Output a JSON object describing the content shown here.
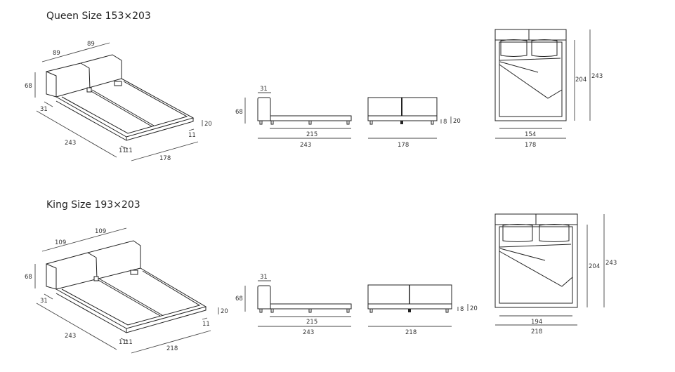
{
  "queen": {
    "title": "Queen Size 153×203",
    "iso": {
      "headboard_left": "89",
      "headboard_right": "89",
      "height": "68",
      "headboard_depth": "31",
      "length": "243",
      "rail_left": "11",
      "rail_right": "11",
      "width": "178",
      "frame_height": "20",
      "foot_rail": "11"
    },
    "side": {
      "headboard_depth": "31",
      "height": "68",
      "inner_length": "215",
      "length": "243"
    },
    "front": {
      "leg": "8",
      "frame_height": "20",
      "width": "178"
    },
    "top": {
      "inner_length": "204",
      "length": "243",
      "inner_width": "154",
      "width": "178"
    }
  },
  "king": {
    "title": "King Size 193×203",
    "iso": {
      "headboard_left": "109",
      "headboard_right": "109",
      "height": "68",
      "headboard_depth": "31",
      "length": "243",
      "rail_left": "11",
      "rail_right": "11",
      "width": "218",
      "frame_height": "20",
      "foot_rail": "11"
    },
    "side": {
      "headboard_depth": "31",
      "height": "68",
      "inner_length": "215",
      "length": "243"
    },
    "front": {
      "leg": "8",
      "frame_height": "20",
      "width": "218"
    },
    "top": {
      "inner_length": "204",
      "length": "243",
      "inner_width": "194",
      "width": "218"
    }
  }
}
